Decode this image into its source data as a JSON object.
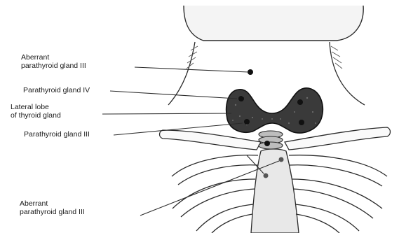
{
  "labels": {
    "aberrant_top": [
      "Aberrant",
      "parathyroid gland III"
    ],
    "parathyroid_iv": [
      "Parathyroid gland IV"
    ],
    "lateral_lobe": [
      "Lateral lobe",
      "of thyroid gland"
    ],
    "parathyroid_iii": [
      "Parathyroid gland III"
    ],
    "aberrant_bottom": [
      "Aberrant",
      "parathyroid gland III"
    ]
  },
  "colors": {
    "line": "#2b2b2b",
    "thyroid_fill": "#3a3a3a",
    "gland_dot": "#111111",
    "sternum_fill": "#e8e8e8",
    "chin_fill": "#f4f4f4"
  }
}
